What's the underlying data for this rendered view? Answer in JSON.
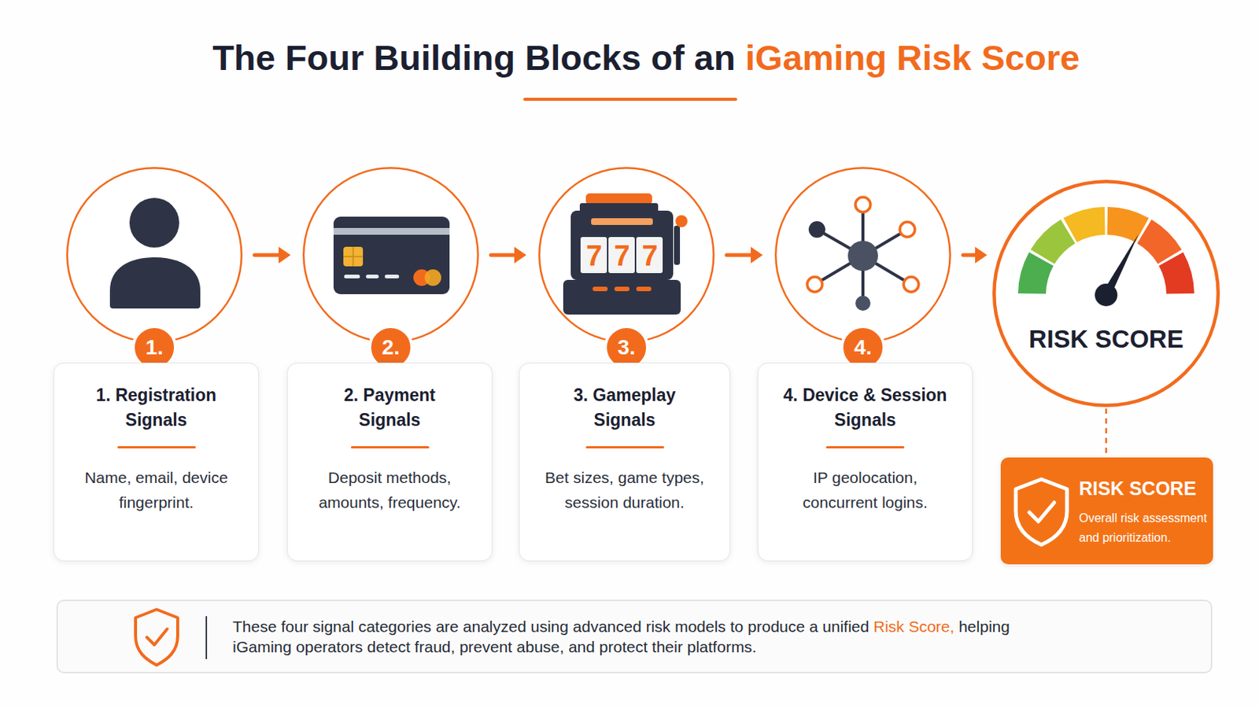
{
  "diagram": {
    "title": "The Four Building Blocks of an iGaming Risk Score",
    "nodes": [
      {
        "text": [
          "1."
        ]
      },
      {
        "text": [
          "1. Registration Signals",
          "Name, email, device fingerprint."
        ]
      },
      {
        "text": [
          "2."
        ]
      },
      {
        "text": [
          "2. Payment Signals",
          "Deposit methods, amounts, frequency."
        ]
      },
      {
        "text": [
          "3."
        ]
      },
      {
        "text": [
          "3. Gameplay Signals",
          "Bet sizes, game types, session duration."
        ]
      },
      {
        "text": [
          "4."
        ]
      },
      {
        "text": [
          "4. Device & Session Signals",
          "IP geolocation, concurrent logins."
        ]
      },
      {
        "text": [
          "RISK SCORE"
        ]
      },
      {
        "text": [
          "RISK SCORE",
          "Overall risk assessment and prioritization."
        ]
      },
      {
        "text": [
          "These four signal categories are analyzed using advanced risk models to produce a unified Risk Score, helping iGaming operators detect fraud, prevent abuse, and protect their platforms."
        ]
      }
    ],
    "edges": [
      {
        "from": 0,
        "to": 2,
        "arrow": "to"
      },
      {
        "from": 2,
        "to": 4,
        "arrow": "to"
      },
      {
        "from": 4,
        "to": 6,
        "arrow": "to"
      },
      {
        "from": 6,
        "to": 8,
        "arrow": "to"
      },
      {
        "from": 8,
        "to": 9,
        "arrow": "none"
      }
    ],
    "labels": [
      "7",
      "7",
      "7"
    ]
  }
}
